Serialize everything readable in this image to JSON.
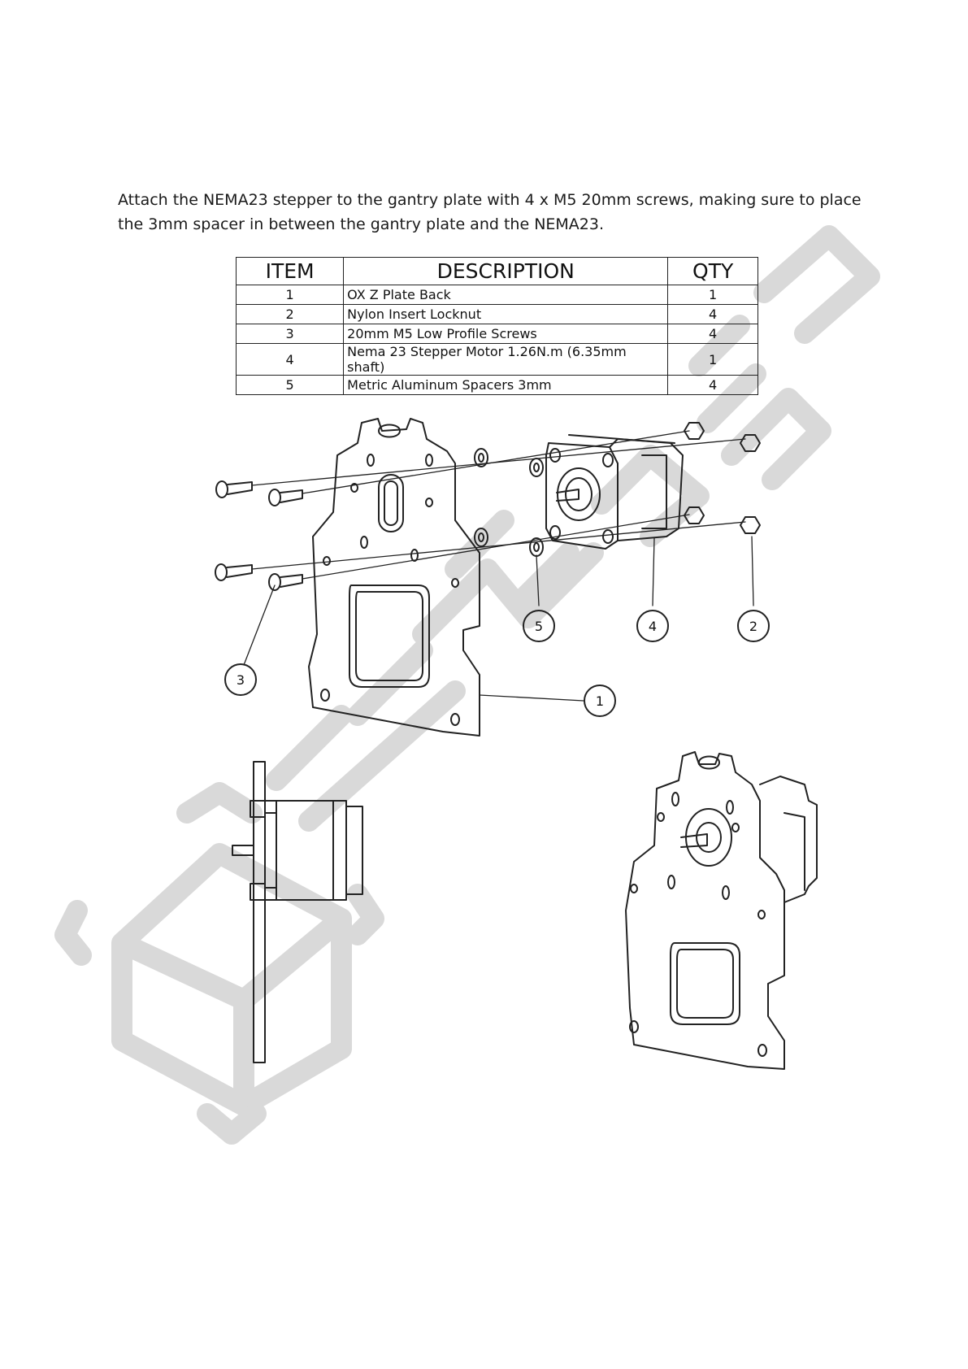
{
  "instruction": {
    "text": "Attach the NEMA23 stepper to the gantry plate with 4 x M5 20mm screws, making sure to place the 3mm spacer in between the gantry plate and the NEMA23."
  },
  "bom": {
    "headers": {
      "item": "ITEM",
      "description": "DESCRIPTION",
      "qty": "QTY"
    },
    "rows": [
      {
        "item": "1",
        "description": "OX Z Plate Back",
        "qty": "1"
      },
      {
        "item": "2",
        "description": "Nylon Insert Locknut",
        "qty": "4"
      },
      {
        "item": "3",
        "description": "20mm M5 Low Profile Screws",
        "qty": "4"
      },
      {
        "item": "4",
        "description": "Nema 23 Stepper Motor 1.26N.m (6.35mm shaft)",
        "qty": "1"
      },
      {
        "item": "5",
        "description": "Metric Aluminum Spacers 3mm",
        "qty": "4"
      }
    ]
  },
  "callouts": {
    "c1": "1",
    "c2": "2",
    "c3": "3",
    "c4": "4",
    "c5": "5"
  },
  "colors": {
    "line": "#222222",
    "watermark": "#d9d9d9"
  }
}
